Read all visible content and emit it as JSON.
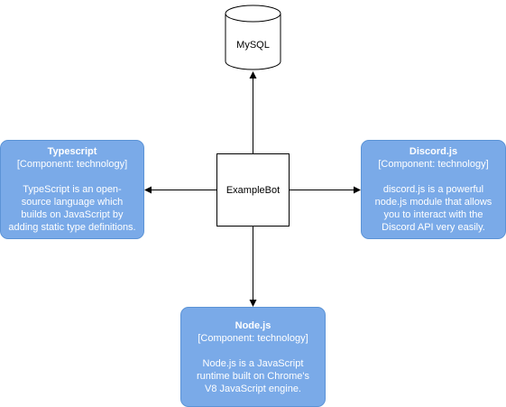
{
  "diagram": {
    "center": {
      "label": "ExampleBot"
    },
    "database": {
      "label": "MySQL"
    },
    "nodes": [
      {
        "id": "typescript",
        "title": "Typescript",
        "component": "[Component: technology]",
        "description": "TypeScript is an open-\nsource language which\nbuilds on JavaScript by\nadding static type definitions."
      },
      {
        "id": "discordjs",
        "title": "Discord.js",
        "component": "[Component: technology]",
        "description": "discord.js is a powerful\nnode.js module that allows\nyou to interact with the\nDiscord API very easily."
      },
      {
        "id": "nodejs",
        "title": "Node.js",
        "component": "[Component: technology]",
        "description": "Node.js is a JavaScript\nruntime built on Chrome's\nV8 JavaScript engine."
      }
    ],
    "colors": {
      "node_fill": "#7aaae8",
      "node_stroke": "#5b93d6",
      "node_text": "#ffffff",
      "edge": "#000000"
    }
  }
}
